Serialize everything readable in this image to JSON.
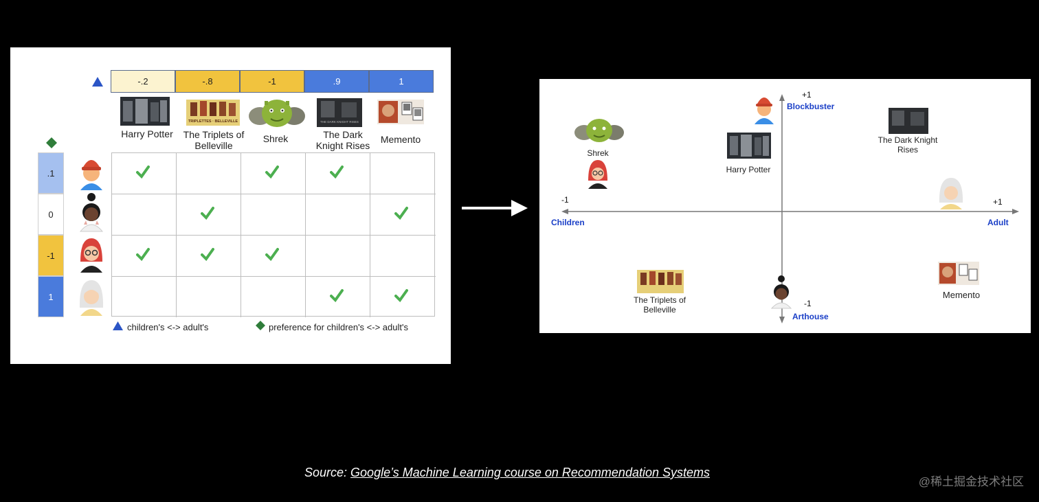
{
  "left": {
    "movie_scores": [
      "-.2",
      "-.8",
      "-1",
      ".9",
      "1"
    ],
    "movie_score_colors": [
      "#fcf3d0",
      "#f1c33e",
      "#f1c33e",
      "#4a7bdc",
      "#4a7bdc"
    ],
    "movies": [
      "Harry Potter",
      "The Triplets of Belleville",
      "Shrek",
      "The Dark Knight Rises",
      "Memento"
    ],
    "poster_texts": {
      "triplets": "TRIPLETTES · BELLEVILLE",
      "dark_knight": "THE DARK KNIGHT RISES"
    },
    "user_scores": [
      ".1",
      "0",
      "-1",
      "1"
    ],
    "user_score_colors": [
      "#a5c0ef",
      "#ffffff",
      "#f1c33e",
      "#4a7bdc"
    ],
    "ratings": [
      [
        true,
        false,
        true,
        true,
        false
      ],
      [
        false,
        true,
        false,
        false,
        true
      ],
      [
        true,
        true,
        true,
        false,
        false
      ],
      [
        false,
        false,
        false,
        true,
        true
      ]
    ],
    "legend_triangle": "children's <-> adult's",
    "legend_diamond": "preference for children's <-> adult's"
  },
  "right": {
    "x_neg_num": "-1",
    "x_pos_num": "+1",
    "y_pos_num": "+1",
    "y_neg_num": "-1",
    "x_neg_label": "Children",
    "x_pos_label": "Adult",
    "y_pos_label": "Blockbuster",
    "y_neg_label": "Arthouse",
    "movie_labels": {
      "shrek": "Shrek",
      "harry_potter": "Harry Potter",
      "dark_knight": "The Dark Knight Rises",
      "triplets": "The Triplets of Belleville",
      "memento": "Memento"
    }
  },
  "source": {
    "prefix": "Source: ",
    "link": "Google’s Machine Learning course on Recommendation Systems"
  },
  "watermark": "@稀土掘金技术社区",
  "icons": [
    "triangle-icon",
    "diamond-icon",
    "checkmark-icon",
    "arrow-right-icon"
  ],
  "colors": {
    "triangle": "#2b55c6",
    "diamond": "#2f7d3a",
    "check": "#4caf50",
    "axis": "#777777",
    "axis_label": "#1a3fc7"
  }
}
